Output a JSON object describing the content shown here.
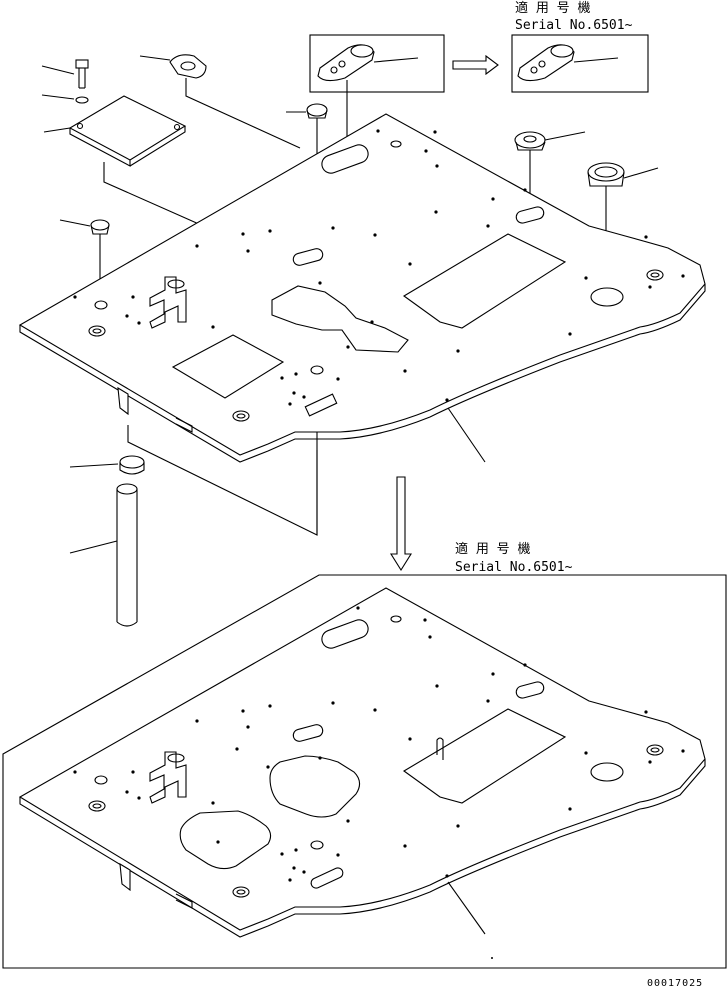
{
  "labels": {
    "top_applicable": "適 用 号 機",
    "top_serial": "Serial No.6501~",
    "mid_applicable": "適 用 号 機",
    "mid_serial": "Serial No.6501~",
    "drawing_number": "00017025"
  }
}
